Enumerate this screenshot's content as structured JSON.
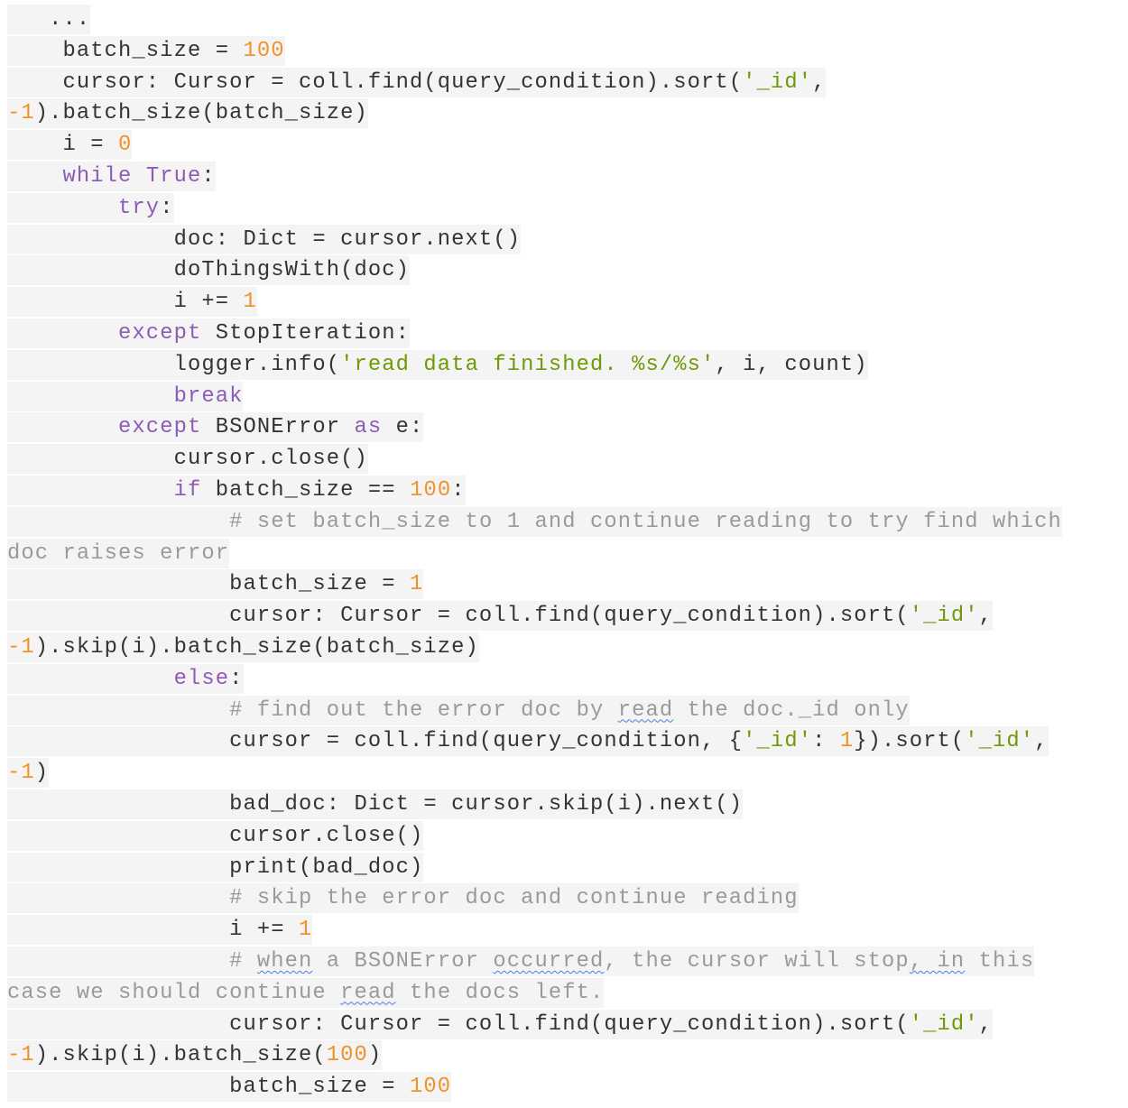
{
  "code": {
    "language": "python",
    "lines": [
      {
        "tokens": [
          {
            "t": "   ...",
            "c": "plain"
          }
        ]
      },
      {
        "tokens": [
          {
            "t": "    batch_size = ",
            "c": "plain"
          },
          {
            "t": "100",
            "c": "num"
          }
        ]
      },
      {
        "tokens": [
          {
            "t": "    cursor: Cursor = coll.find(query_condition).sort(",
            "c": "plain"
          },
          {
            "t": "'_id'",
            "c": "str"
          },
          {
            "t": ",",
            "c": "plain"
          }
        ]
      },
      {
        "tokens": [
          {
            "t": "-1",
            "c": "num"
          },
          {
            "t": ").batch_size(batch_size)",
            "c": "plain"
          }
        ]
      },
      {
        "tokens": [
          {
            "t": "    i = ",
            "c": "plain"
          },
          {
            "t": "0",
            "c": "num"
          }
        ]
      },
      {
        "tokens": [
          {
            "t": "    ",
            "c": "plain"
          },
          {
            "t": "while",
            "c": "kw"
          },
          {
            "t": " ",
            "c": "plain"
          },
          {
            "t": "True",
            "c": "kw"
          },
          {
            "t": ":",
            "c": "plain"
          }
        ]
      },
      {
        "tokens": [
          {
            "t": "        ",
            "c": "plain"
          },
          {
            "t": "try",
            "c": "kw"
          },
          {
            "t": ":",
            "c": "plain"
          }
        ]
      },
      {
        "tokens": [
          {
            "t": "            doc: Dict = cursor.next()",
            "c": "plain"
          }
        ]
      },
      {
        "tokens": [
          {
            "t": "            doThingsWith(doc)",
            "c": "plain"
          }
        ]
      },
      {
        "tokens": [
          {
            "t": "            i += ",
            "c": "plain"
          },
          {
            "t": "1",
            "c": "num"
          }
        ]
      },
      {
        "tokens": [
          {
            "t": "        ",
            "c": "plain"
          },
          {
            "t": "except",
            "c": "kw"
          },
          {
            "t": " StopIteration:",
            "c": "plain"
          }
        ]
      },
      {
        "tokens": [
          {
            "t": "            logger.info(",
            "c": "plain"
          },
          {
            "t": "'read data finished. %s/%s'",
            "c": "str"
          },
          {
            "t": ", i, count)",
            "c": "plain"
          }
        ]
      },
      {
        "tokens": [
          {
            "t": "            ",
            "c": "plain"
          },
          {
            "t": "break",
            "c": "kw"
          }
        ]
      },
      {
        "tokens": [
          {
            "t": "        ",
            "c": "plain"
          },
          {
            "t": "except",
            "c": "kw"
          },
          {
            "t": " BSONError ",
            "c": "plain"
          },
          {
            "t": "as",
            "c": "kw"
          },
          {
            "t": " e:",
            "c": "plain"
          }
        ]
      },
      {
        "tokens": [
          {
            "t": "            cursor.close()",
            "c": "plain"
          }
        ]
      },
      {
        "tokens": [
          {
            "t": "            ",
            "c": "plain"
          },
          {
            "t": "if",
            "c": "kw"
          },
          {
            "t": " batch_size == ",
            "c": "plain"
          },
          {
            "t": "100",
            "c": "num"
          },
          {
            "t": ":",
            "c": "plain"
          }
        ]
      },
      {
        "tokens": [
          {
            "t": "                ",
            "c": "plain"
          },
          {
            "t": "# set batch_size to 1 and continue reading to try find which",
            "c": "com"
          }
        ]
      },
      {
        "tokens": [
          {
            "t": "doc raises error",
            "c": "com"
          }
        ]
      },
      {
        "tokens": [
          {
            "t": "                batch_size = ",
            "c": "plain"
          },
          {
            "t": "1",
            "c": "num"
          }
        ]
      },
      {
        "tokens": [
          {
            "t": "                cursor: Cursor = coll.find(query_condition).sort(",
            "c": "plain"
          },
          {
            "t": "'_id'",
            "c": "str"
          },
          {
            "t": ",",
            "c": "plain"
          }
        ]
      },
      {
        "tokens": [
          {
            "t": "-1",
            "c": "num"
          },
          {
            "t": ").skip(i).batch_size(batch_size)",
            "c": "plain"
          }
        ]
      },
      {
        "tokens": [
          {
            "t": "            ",
            "c": "plain"
          },
          {
            "t": "else",
            "c": "kw"
          },
          {
            "t": ":",
            "c": "plain"
          }
        ]
      },
      {
        "tokens": [
          {
            "t": "                ",
            "c": "plain"
          },
          {
            "t": "# find out the error doc by ",
            "c": "com"
          },
          {
            "t": "read",
            "c": "com",
            "sq": true
          },
          {
            "t": " the doc._id only",
            "c": "com"
          }
        ]
      },
      {
        "tokens": [
          {
            "t": "                cursor = coll.find(query_condition, {",
            "c": "plain"
          },
          {
            "t": "'_id'",
            "c": "str"
          },
          {
            "t": ": ",
            "c": "plain"
          },
          {
            "t": "1",
            "c": "num"
          },
          {
            "t": "}).sort(",
            "c": "plain"
          },
          {
            "t": "'_id'",
            "c": "str"
          },
          {
            "t": ",",
            "c": "plain"
          }
        ]
      },
      {
        "tokens": [
          {
            "t": "-1",
            "c": "num"
          },
          {
            "t": ")",
            "c": "plain"
          }
        ]
      },
      {
        "tokens": [
          {
            "t": "                bad_doc: Dict = cursor.skip(i).next()",
            "c": "plain"
          }
        ]
      },
      {
        "tokens": [
          {
            "t": "                cursor.close()",
            "c": "plain"
          }
        ]
      },
      {
        "tokens": [
          {
            "t": "                print(bad_doc)",
            "c": "plain"
          }
        ]
      },
      {
        "tokens": [
          {
            "t": "                ",
            "c": "plain"
          },
          {
            "t": "# skip the error doc and continue reading",
            "c": "com"
          }
        ]
      },
      {
        "tokens": [
          {
            "t": "                i += ",
            "c": "plain"
          },
          {
            "t": "1",
            "c": "num"
          }
        ]
      },
      {
        "tokens": [
          {
            "t": "                ",
            "c": "plain"
          },
          {
            "t": "# ",
            "c": "com"
          },
          {
            "t": "when",
            "c": "com",
            "sq": true
          },
          {
            "t": " a BSONError ",
            "c": "com"
          },
          {
            "t": "occurred",
            "c": "com",
            "sq": true
          },
          {
            "t": ", the cursor will stop",
            "c": "com"
          },
          {
            "t": ", in",
            "c": "com",
            "sq": true
          },
          {
            "t": " this",
            "c": "com"
          }
        ]
      },
      {
        "tokens": [
          {
            "t": "case we should continue ",
            "c": "com"
          },
          {
            "t": "read",
            "c": "com",
            "sq": true
          },
          {
            "t": " the docs left.",
            "c": "com"
          }
        ]
      },
      {
        "tokens": [
          {
            "t": "                cursor: Cursor = coll.find(query_condition).sort(",
            "c": "plain"
          },
          {
            "t": "'_id'",
            "c": "str"
          },
          {
            "t": ",",
            "c": "plain"
          }
        ]
      },
      {
        "tokens": [
          {
            "t": "-1",
            "c": "num"
          },
          {
            "t": ").skip(i).batch_size(",
            "c": "plain"
          },
          {
            "t": "100",
            "c": "num"
          },
          {
            "t": ")",
            "c": "plain"
          }
        ]
      },
      {
        "tokens": [
          {
            "t": "                batch_size = ",
            "c": "plain"
          },
          {
            "t": "100",
            "c": "num"
          }
        ]
      }
    ]
  },
  "colors": {
    "keyword": "#8e5bb5",
    "number": "#f0922b",
    "string": "#6d9a06",
    "comment": "#9a9a9a",
    "text": "#333333",
    "line_background": "#f4f4f4",
    "spellcheck_underline": "#4a7fd6"
  }
}
